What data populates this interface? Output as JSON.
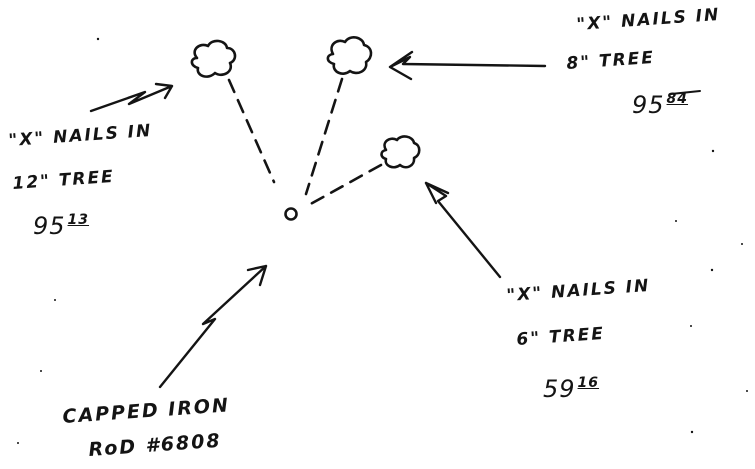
{
  "notes": {
    "tree_12": {
      "line1": "\"X\" NAILS IN",
      "line2": "12\" TREE",
      "elev_whole": "95",
      "elev_frac": "13"
    },
    "tree_8": {
      "line1": "\"X\" NAILS IN",
      "line2": "8\" TREE",
      "elev_whole": "95",
      "elev_frac": "84"
    },
    "tree_6": {
      "line1": "\"X\" NAILS IN",
      "line2": "6\" TREE",
      "elev_whole": "59",
      "elev_frac": "16"
    },
    "monument": {
      "line1": "CAPPED IRON",
      "line2": "RoD #6808"
    }
  },
  "colors": {
    "ink": "#141414",
    "paper": "#ffffff"
  }
}
